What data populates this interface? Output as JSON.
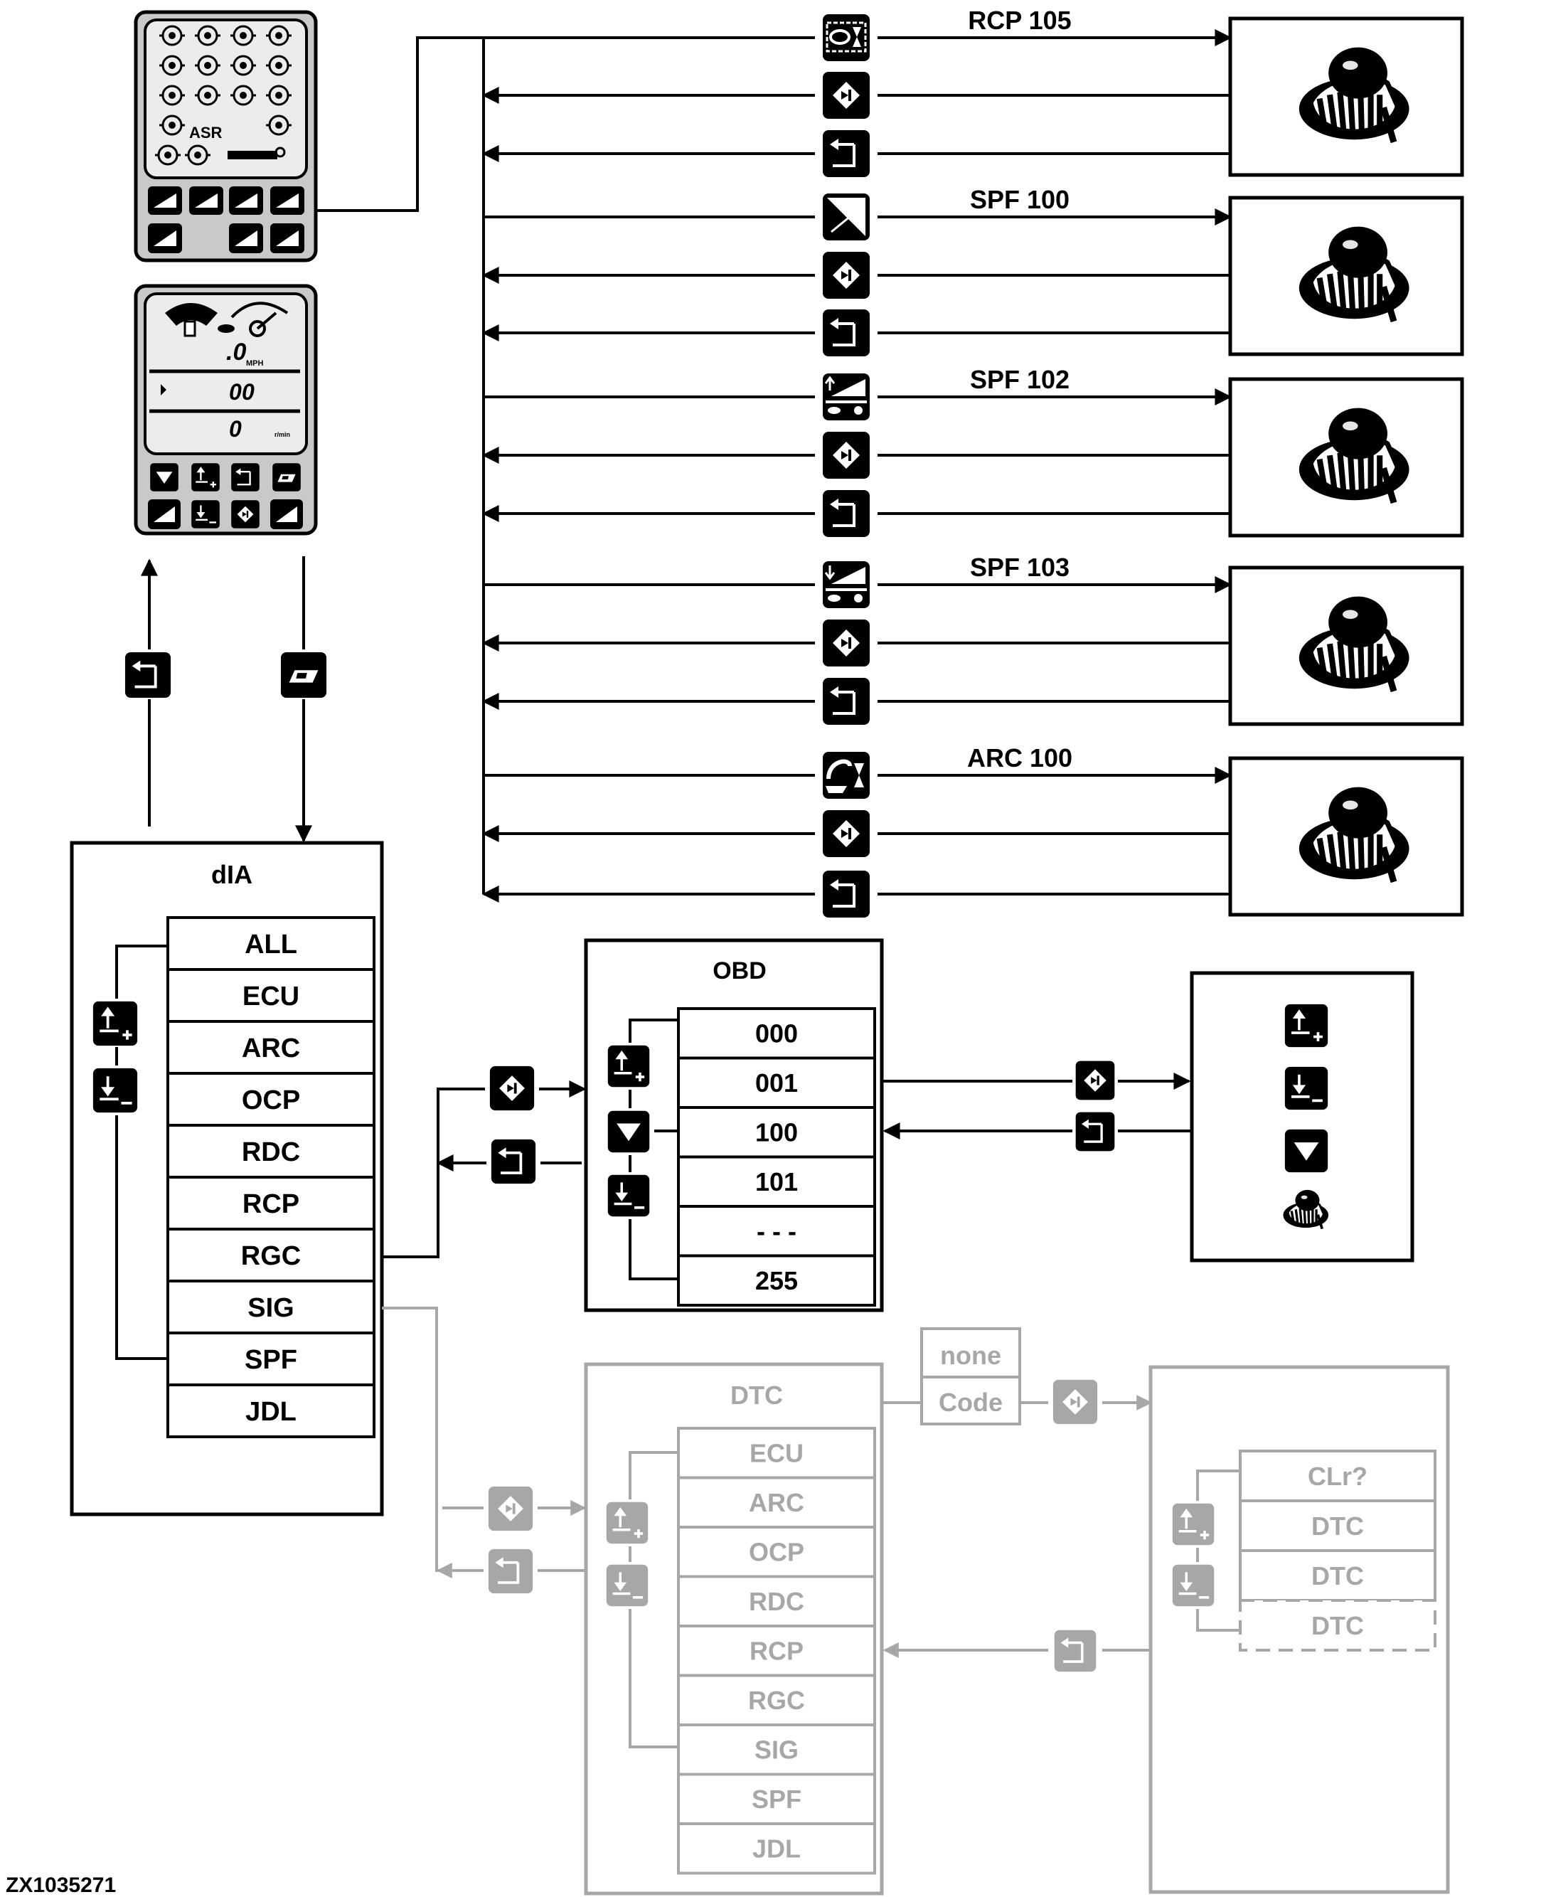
{
  "figure_id": "ZX1035271",
  "colors": {
    "ink": "#000000",
    "faded": "#a7a7a7",
    "panel_gray": "#c9c9c9",
    "lcd": "#ececec"
  },
  "top_display": {
    "icon_rows": [
      [
        "oil-pressure-icon",
        "coolant-temp-icon",
        "hydraulic-oil-icon",
        "oil-level-icon"
      ],
      [
        "engine-oil-pressure-icon",
        "temperature-icon",
        "fuel-filter-icon",
        "hydraulic-temp-icon"
      ],
      [
        "air-filter-icon",
        "glow-plug-icon",
        "parking-brake-icon",
        "engine-speed-icon"
      ],
      [
        "fuel-icon",
        "header-icon"
      ],
      [
        "battery-icon",
        "gear-icon",
        "feeder-icon"
      ]
    ],
    "asr_label": "ASR",
    "buttons_top": [
      "header-raise-icon",
      "header-lower-icon",
      "reel-icon",
      "feeder-drive-icon"
    ],
    "buttons_bottom": [
      "lower-icon",
      "fuel-cab-icon",
      "spout-icon"
    ]
  },
  "second_display": {
    "speed_value": ".0",
    "speed_unit": "MPH",
    "value2": "0",
    "value3": "0",
    "unit3": "r/min",
    "buttons_top": [
      "down-arrow-icon",
      "increment-icon",
      "return-icon",
      "enter-icon"
    ],
    "buttons_bottom": [
      "clock-icon",
      "decrement-icon",
      "select-icon",
      "settings-icon"
    ]
  },
  "left_arrows": {
    "up_icon": "return-icon",
    "down_icon": "enter-icon"
  },
  "bus": {
    "groups": [
      {
        "label": "RCP 105",
        "icon_out": "reel-position-icon",
        "icon_select": "select-icon",
        "icon_return": "return-icon",
        "knob": "rotary-knob-icon"
      },
      {
        "label": "SPF 100",
        "icon_out": "slope-icon",
        "icon_select": "select-icon",
        "icon_return": "return-icon",
        "knob": "rotary-knob-icon"
      },
      {
        "label": "SPF 102",
        "icon_out": "raise-speed-icon",
        "icon_select": "select-icon",
        "icon_return": "return-icon",
        "knob": "rotary-knob-icon"
      },
      {
        "label": "SPF 103",
        "icon_out": "lower-speed-icon",
        "icon_select": "select-icon",
        "icon_return": "return-icon",
        "knob": "rotary-knob-icon"
      },
      {
        "label": "ARC 100",
        "icon_out": "spout-position-icon",
        "icon_select": "select-icon",
        "icon_return": "return-icon",
        "knob": "rotary-knob-icon"
      }
    ]
  },
  "dia_box": {
    "title": "dIA",
    "items": [
      "ALL",
      "ECU",
      "ARC",
      "OCP",
      "RDC",
      "RCP",
      "RGC",
      "SIG",
      "SPF",
      "JDL"
    ],
    "up_icon": "increment-icon",
    "down_icon": "decrement-icon"
  },
  "obd_box": {
    "title": "OBD",
    "items": [
      "000",
      "001",
      "100",
      "101",
      "- - -",
      "255"
    ],
    "icons": [
      "increment-icon",
      "down-arrow-icon",
      "decrement-icon"
    ]
  },
  "right_box": {
    "icons": [
      "increment-icon",
      "decrement-icon",
      "down-arrow-icon",
      "rotary-knob-icon"
    ]
  },
  "dtc_box": {
    "title": "DTC",
    "items": [
      "ECU",
      "ARC",
      "OCP",
      "RDC",
      "RCP",
      "RGC",
      "SIG",
      "SPF",
      "JDL"
    ],
    "choices": [
      "none",
      "Code"
    ]
  },
  "clr_box": {
    "items": [
      "CLr?",
      "DTC",
      "DTC",
      "DTC"
    ]
  }
}
